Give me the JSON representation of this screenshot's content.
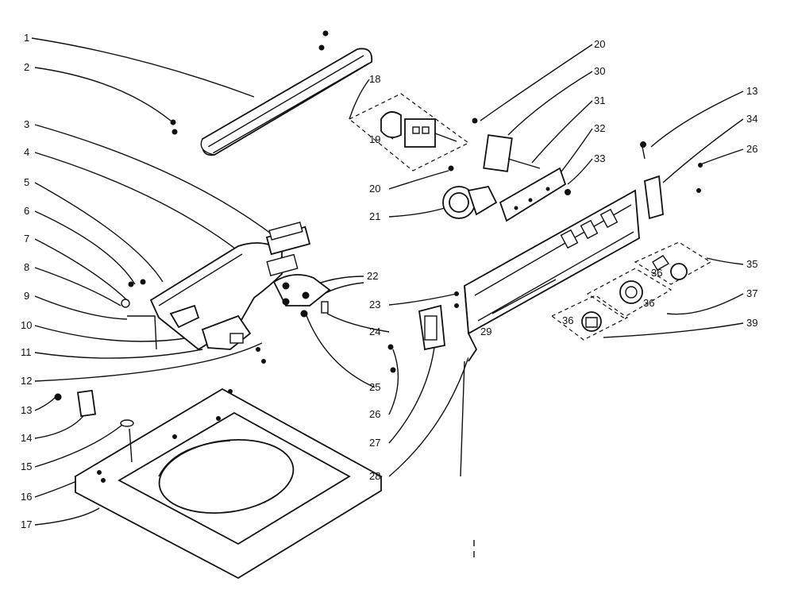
{
  "labels": [
    {
      "id": "c1",
      "text": "1"
    },
    {
      "id": "c2",
      "text": "2"
    },
    {
      "id": "c3",
      "text": "3"
    },
    {
      "id": "c4",
      "text": "4"
    },
    {
      "id": "c5",
      "text": "5"
    },
    {
      "id": "c6",
      "text": "6"
    },
    {
      "id": "c7",
      "text": "7"
    },
    {
      "id": "c8",
      "text": "8"
    },
    {
      "id": "c9",
      "text": "9"
    },
    {
      "id": "c10",
      "text": "10"
    },
    {
      "id": "c11",
      "text": "11"
    },
    {
      "id": "c12",
      "text": "12"
    },
    {
      "id": "c13a",
      "text": "13"
    },
    {
      "id": "c14",
      "text": "14"
    },
    {
      "id": "c15",
      "text": "15"
    },
    {
      "id": "c16",
      "text": "16"
    },
    {
      "id": "c17",
      "text": "17"
    },
    {
      "id": "c18",
      "text": "18"
    },
    {
      "id": "c19",
      "text": "19"
    },
    {
      "id": "c20a",
      "text": "20"
    },
    {
      "id": "c20b",
      "text": "20"
    },
    {
      "id": "c21",
      "text": "21"
    },
    {
      "id": "c22",
      "text": "22"
    },
    {
      "id": "c23",
      "text": "23"
    },
    {
      "id": "c24",
      "text": "24"
    },
    {
      "id": "c25",
      "text": "25"
    },
    {
      "id": "c26a",
      "text": "26"
    },
    {
      "id": "c26b",
      "text": "26"
    },
    {
      "id": "c27",
      "text": "27"
    },
    {
      "id": "c28",
      "text": "28"
    },
    {
      "id": "c29",
      "text": "29"
    },
    {
      "id": "c30",
      "text": "30"
    },
    {
      "id": "c31",
      "text": "31"
    },
    {
      "id": "c32",
      "text": "32"
    },
    {
      "id": "c33",
      "text": "33"
    },
    {
      "id": "c13b",
      "text": "13"
    },
    {
      "id": "c34",
      "text": "34"
    },
    {
      "id": "c35",
      "text": "35"
    },
    {
      "id": "c36a",
      "text": "36"
    },
    {
      "id": "c36b",
      "text": "36"
    },
    {
      "id": "c36c",
      "text": "36"
    },
    {
      "id": "c37",
      "text": "37"
    },
    {
      "id": "c39",
      "text": "39"
    }
  ]
}
